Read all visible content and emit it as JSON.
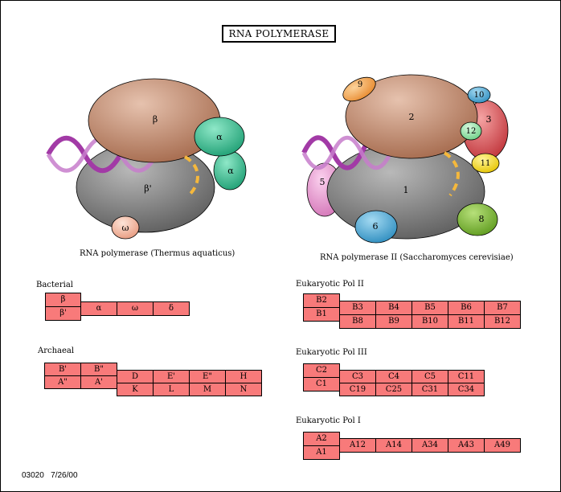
{
  "title": "RNA POLYMERASE",
  "footer": {
    "code": "03020",
    "date": "7/26/00"
  },
  "left_complex": {
    "caption": "RNA polymerase (Thermus aquaticus)",
    "subunits": {
      "beta": "β",
      "beta_prime": "β'",
      "alpha1": "α",
      "alpha2": "α",
      "omega": "ω"
    }
  },
  "right_complex": {
    "caption": "RNA polymerase II (Saccharomyces cerevisiae)",
    "subunits": {
      "s1": "1",
      "s2": "2",
      "s3": "3",
      "s5": "5",
      "s6": "6",
      "s8": "8",
      "s9": "9",
      "s10": "10",
      "s11": "11",
      "s12": "12"
    }
  },
  "tables": {
    "bacterial": {
      "label": "Bacterial",
      "col1": [
        "β",
        "β'"
      ],
      "row": [
        "α",
        "ω",
        "δ"
      ]
    },
    "archaeal": {
      "label": "Archaeal",
      "col1": [
        "B'",
        "A\""
      ],
      "col2": [
        "B\"",
        "A'"
      ],
      "row1": [
        "D",
        "E'",
        "E\"",
        "H"
      ],
      "row2": [
        "K",
        "L",
        "M",
        "N"
      ]
    },
    "pol2": {
      "label": "Eukaryotic Pol II",
      "col1": [
        "B2",
        "B1"
      ],
      "row1": [
        "B3",
        "B4",
        "B5",
        "B6",
        "B7"
      ],
      "row2": [
        "B8",
        "B9",
        "B10",
        "B11",
        "B12"
      ]
    },
    "pol3": {
      "label": "Eukaryotic Pol III",
      "col1": [
        "C2",
        "C1"
      ],
      "row1": [
        "C3",
        "C4",
        "C5",
        "C11"
      ],
      "row2": [
        "C19",
        "C25",
        "C31",
        "C34"
      ]
    },
    "pol1": {
      "label": "Eukaryotic Pol I",
      "col1": [
        "A2",
        "A1"
      ],
      "row": [
        "A12",
        "A14",
        "A34",
        "A43",
        "A49"
      ]
    }
  },
  "colors": {
    "cell": "#f87a7a",
    "beta": "#c89a80",
    "gray": "#8a8a8a",
    "alpha": "#3cc79a",
    "omega": "#f7c1aa",
    "dna": "#a23aa6",
    "rna": "#f5b83c"
  }
}
